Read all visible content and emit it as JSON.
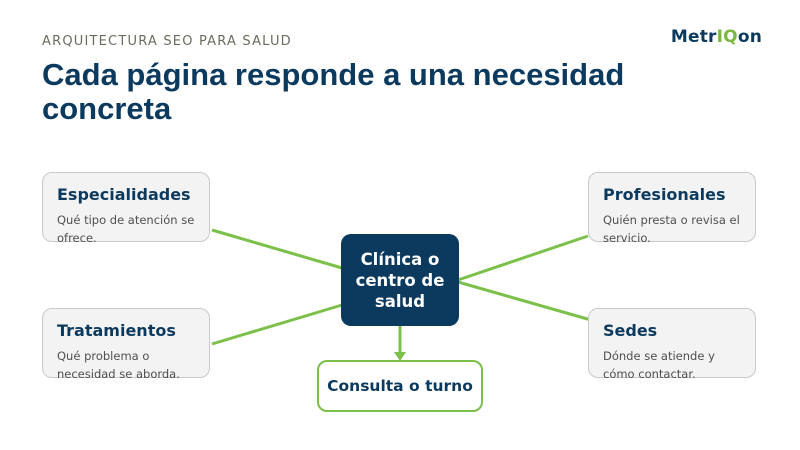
{
  "header": {
    "kicker": "ARQUITECTURA SEO PARA SALUD",
    "title": "Cada página responde a una necesidad concreta",
    "logo_prefix": "Metr",
    "logo_accent": "IQ",
    "logo_suffix": "on"
  },
  "diagram": {
    "center_label": "Clínica o centro de salud",
    "bottom_label": "Consulta o turno",
    "nodes": {
      "especialidades": {
        "title": "Especialidades",
        "description": "Qué tipo de atención se ofrece."
      },
      "tratamientos": {
        "title": "Tratamientos",
        "description": "Qué problema o necesidad se aborda."
      },
      "profesionales": {
        "title": "Profesionales",
        "description": "Quién presta o revisa el servicio."
      },
      "sedes": {
        "title": "Sedes",
        "description": "Dónde se atiende y cómo contactar."
      }
    }
  },
  "colors": {
    "primary": "#0c3a5e",
    "accent": "#7cc04a",
    "card_background": "#f3f3f3",
    "card_border": "#c9c9c9"
  }
}
